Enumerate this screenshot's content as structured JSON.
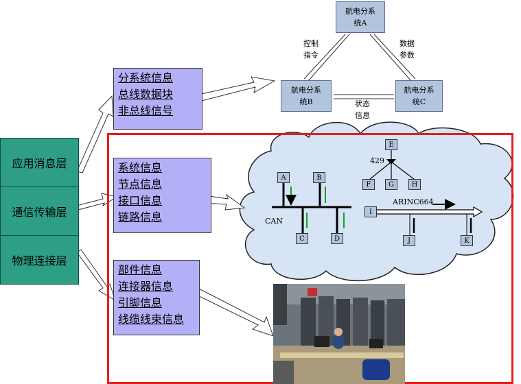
{
  "layers": [
    "应用消息层",
    "通信传输层",
    "物理连接层"
  ],
  "info_app": [
    "分系统信息",
    "总线数据块",
    "非总线信号"
  ],
  "info_comm": [
    "系统信息",
    "节点信息",
    "接口信息",
    "链路信息"
  ],
  "info_phys": [
    "部件信息",
    "连接器信息",
    "引脚信息",
    "线缆线束信息"
  ],
  "subsystems": {
    "a": [
      "航电分系",
      "统A"
    ],
    "b": [
      "航电分系",
      "统B"
    ],
    "c": [
      "航电分系",
      "统C"
    ]
  },
  "flows": {
    "control": [
      "控制",
      "指令"
    ],
    "data": [
      "数据",
      "参数"
    ],
    "status": [
      "状态",
      "信息"
    ]
  },
  "network": {
    "can": "CAN",
    "arinc": "ARINC664",
    "bus429": "429",
    "nodes": [
      "A",
      "B",
      "C",
      "D",
      "E",
      "F",
      "G",
      "H",
      "I",
      "J",
      "K"
    ]
  },
  "colors": {
    "layer": "#2e9e86",
    "info": "#b3b0f7",
    "subsystem": "#b3c4de",
    "frame": "#e0201c",
    "cloud": "#d6e4f5"
  }
}
